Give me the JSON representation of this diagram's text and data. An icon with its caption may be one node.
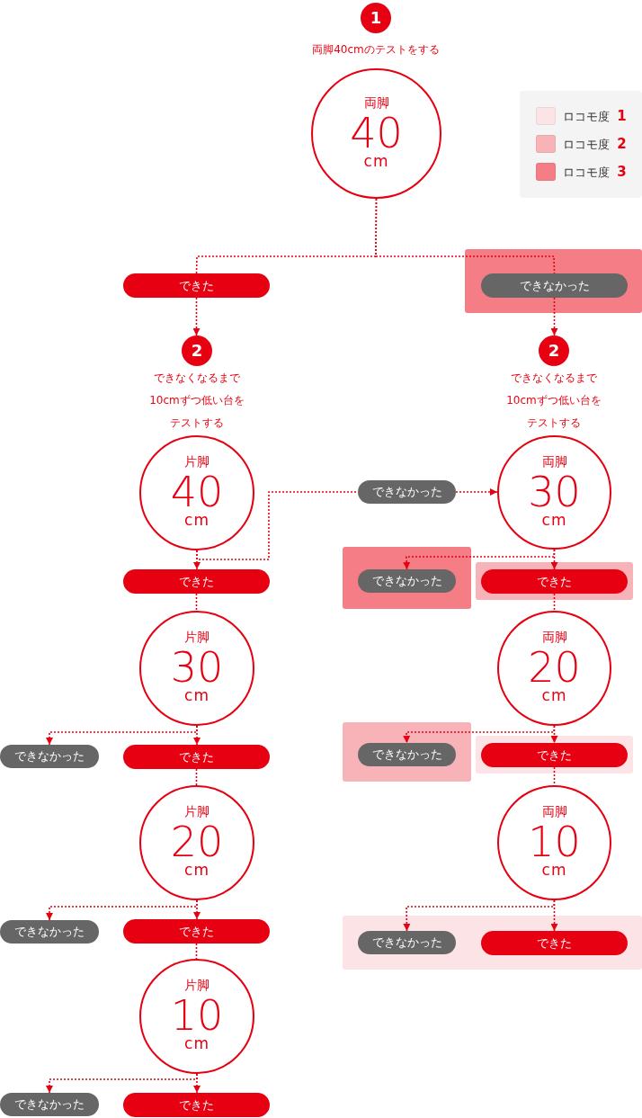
{
  "diagram": {
    "nodes": [
      {
        "text": [
          "1"
        ],
        "beside": [
          "両脚40cmのテストをする"
        ]
      },
      {
        "text": [
          "両脚",
          "40",
          "cm"
        ]
      },
      {
        "text": [
          "できた"
        ]
      },
      {
        "text": [],
        "shape": "box"
      },
      {
        "text": [
          "できなかった"
        ],
        "in": 3
      },
      {
        "text": [
          "2"
        ]
      },
      {
        "text": [
          "2"
        ]
      },
      {
        "text": [
          "片脚",
          "40",
          "cm"
        ]
      },
      {
        "text": [
          "できなかった"
        ]
      },
      {
        "text": [
          "両脚",
          "30",
          "cm"
        ]
      },
      {
        "text": [
          "できた"
        ]
      },
      {
        "text": [],
        "shape": "box"
      },
      {
        "text": [
          "できなかった"
        ],
        "in": 11
      },
      {
        "text": [],
        "shape": "box"
      },
      {
        "text": [
          "できた"
        ],
        "in": 13
      },
      {
        "text": [
          "片脚",
          "30",
          "cm"
        ]
      },
      {
        "text": [
          "両脚",
          "20",
          "cm"
        ]
      },
      {
        "text": [
          "できなかった"
        ]
      },
      {
        "text": [
          "できた"
        ]
      },
      {
        "text": [],
        "shape": "box"
      },
      {
        "text": [
          "できなかった"
        ],
        "in": 19
      },
      {
        "text": [],
        "shape": "box"
      },
      {
        "text": [
          "できた"
        ],
        "in": 21
      },
      {
        "text": [
          "片脚",
          "20",
          "cm"
        ]
      },
      {
        "text": [
          "両脚",
          "10",
          "cm"
        ]
      },
      {
        "text": [
          "できなかった"
        ]
      },
      {
        "text": [
          "できた"
        ]
      },
      {
        "text": [],
        "shape": "box"
      },
      {
        "text": [
          "できなかった"
        ],
        "in": 27
      },
      {
        "text": [
          "できた"
        ],
        "in": 27
      },
      {
        "text": [
          "片脚",
          "10",
          "cm"
        ]
      },
      {
        "text": [
          "できなかった"
        ]
      },
      {
        "text": [
          "できた"
        ]
      }
    ],
    "edges": [
      {
        "from": 1,
        "to": 2,
        "arrow": "none",
        "style": "dashed"
      },
      {
        "from": 1,
        "to": 4,
        "arrow": "none",
        "style": "dashed"
      },
      {
        "from": 2,
        "to": 5,
        "arrow": "to",
        "style": "dashed"
      },
      {
        "from": 4,
        "to": 6,
        "arrow": "to",
        "style": "dashed"
      },
      {
        "from": 7,
        "to": 10,
        "arrow": "to",
        "style": "dashed"
      },
      {
        "from": 7,
        "to": 8,
        "arrow": "none",
        "style": "dashed"
      },
      {
        "from": 8,
        "to": 9,
        "arrow": "to",
        "style": "dashed"
      },
      {
        "from": 9,
        "to": 12,
        "arrow": "to",
        "style": "dashed"
      },
      {
        "from": 9,
        "to": 14,
        "arrow": "to",
        "style": "dashed"
      },
      {
        "from": 14,
        "to": 16,
        "arrow": "none",
        "style": "dashed"
      },
      {
        "from": 10,
        "to": 15,
        "arrow": "none",
        "style": "dashed"
      },
      {
        "from": 15,
        "to": 17,
        "arrow": "to",
        "style": "dashed"
      },
      {
        "from": 15,
        "to": 18,
        "arrow": "to",
        "style": "dashed"
      },
      {
        "from": 16,
        "to": 20,
        "arrow": "to",
        "style": "dashed"
      },
      {
        "from": 16,
        "to": 22,
        "arrow": "to",
        "style": "dashed"
      },
      {
        "from": 22,
        "to": 24,
        "arrow": "none",
        "style": "dashed"
      },
      {
        "from": 18,
        "to": 23,
        "arrow": "none",
        "style": "dashed"
      },
      {
        "from": 23,
        "to": 25,
        "arrow": "to",
        "style": "dashed"
      },
      {
        "from": 23,
        "to": 26,
        "arrow": "to",
        "style": "dashed"
      },
      {
        "from": 24,
        "to": 28,
        "arrow": "to",
        "style": "dashed"
      },
      {
        "from": 24,
        "to": 29,
        "arrow": "to",
        "style": "dashed"
      },
      {
        "from": 26,
        "to": 30,
        "arrow": "none",
        "style": "dashed"
      },
      {
        "from": 30,
        "to": 31,
        "arrow": "to",
        "style": "dashed"
      },
      {
        "from": 30,
        "to": 32,
        "arrow": "to",
        "style": "dashed"
      }
    ],
    "labels": [
      "できなくなるまで10cmずつ低い台をテストする",
      "できなくなるまで10cmずつ低い台をテストする"
    ],
    "legend": [
      {
        "text": "ロコモ度 **1**",
        "color": "#fbe3e6"
      },
      {
        "text": "ロコモ度 **2**",
        "color": "#f7b3b8"
      },
      {
        "text": "ロコモ度 **3**",
        "color": "#f47d86"
      }
    ]
  }
}
